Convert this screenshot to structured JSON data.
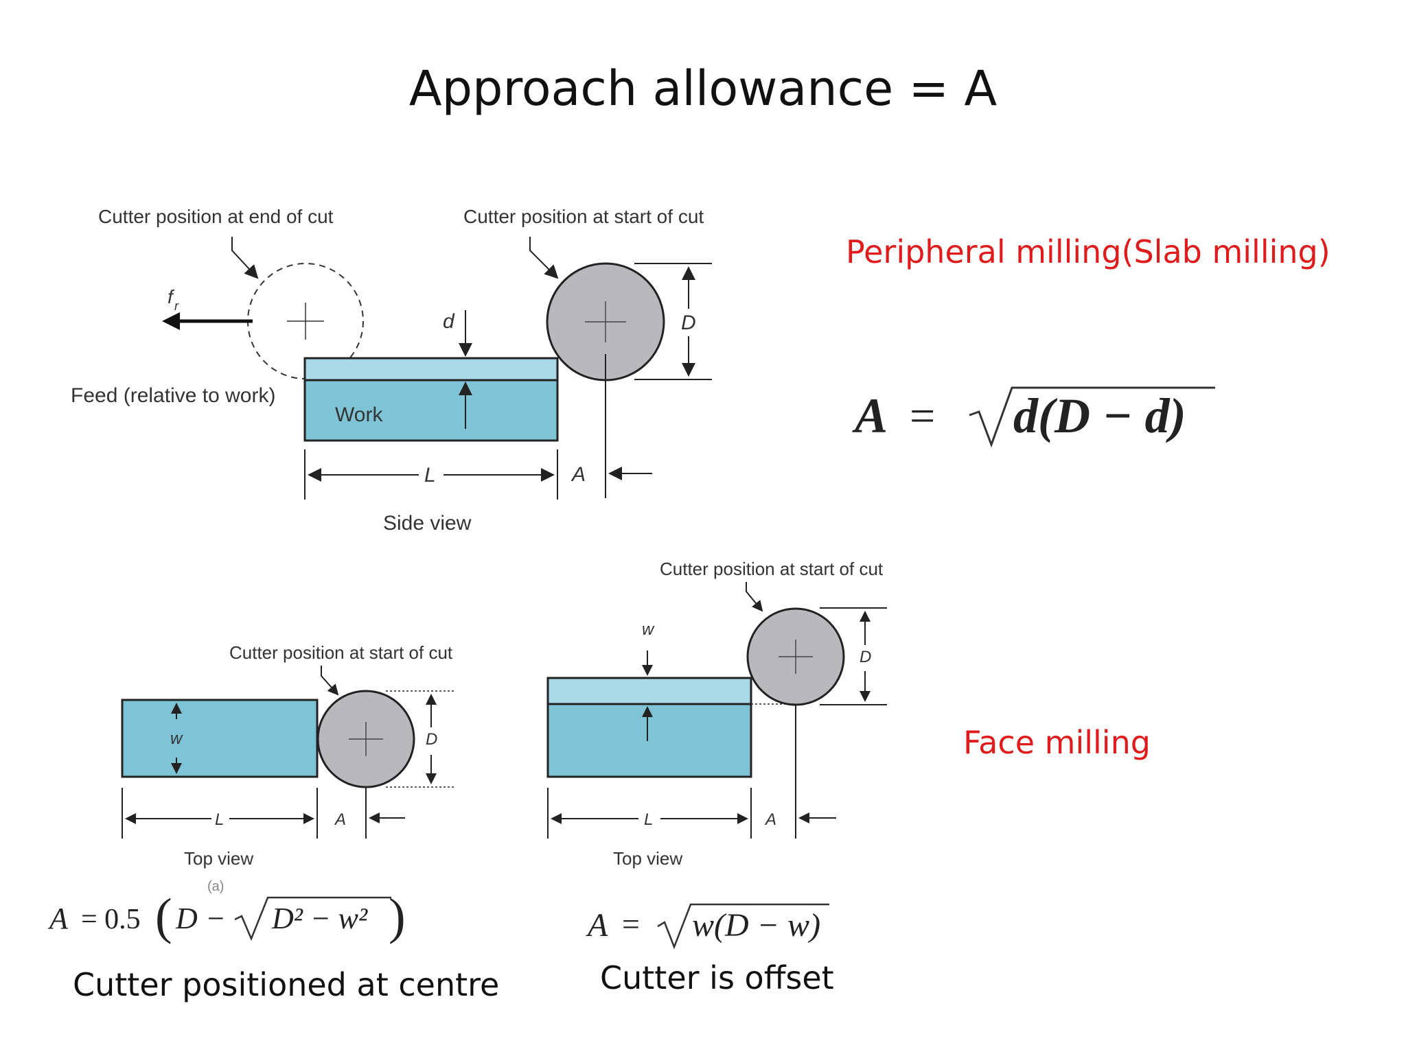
{
  "slide": {
    "title": "Approach allowance = A"
  },
  "labels": {
    "peripheral": "Peripheral milling(Slab milling)",
    "face": "Face milling",
    "centre_caption": "Cutter positioned at centre",
    "offset_caption": "Cutter is offset"
  },
  "side_view": {
    "end_label": "Cutter position at end of cut",
    "start_label": "Cutter position at start of cut",
    "feed_symbol": "f",
    "feed_sub": "r",
    "feed_label": "Feed (relative to work)",
    "work": "Work",
    "d": "d",
    "D": "D",
    "L": "L",
    "A": "A",
    "caption": "Side view"
  },
  "top_view_centre": {
    "start_label": "Cutter position at start of cut",
    "w": "w",
    "D": "D",
    "L": "L",
    "A": "A",
    "caption": "Top view",
    "sub": "(a)"
  },
  "top_view_offset": {
    "start_label": "Cutter position at start of cut",
    "w": "w",
    "D": "D",
    "L": "L",
    "A": "A",
    "caption": "Top view"
  },
  "formulas": {
    "peripheral": {
      "lhs": "A",
      "eq": "=",
      "body": "d(D − d)"
    },
    "centre": {
      "lhs": "A",
      "eq": "= 0.5",
      "paren_open": "(",
      "D": "D",
      "minus": "−",
      "radicand": "D² − w²",
      "paren_close": ")"
    },
    "offset": {
      "lhs": "A",
      "eq": "=",
      "body": "w(D − w)"
    }
  },
  "colors": {
    "title": "#111111",
    "accent_red": "#e01b1b",
    "work_fill": "#7fc4d6",
    "work_top_fill": "#a9d8e6",
    "cutter_fill": "#b9b9bd"
  }
}
